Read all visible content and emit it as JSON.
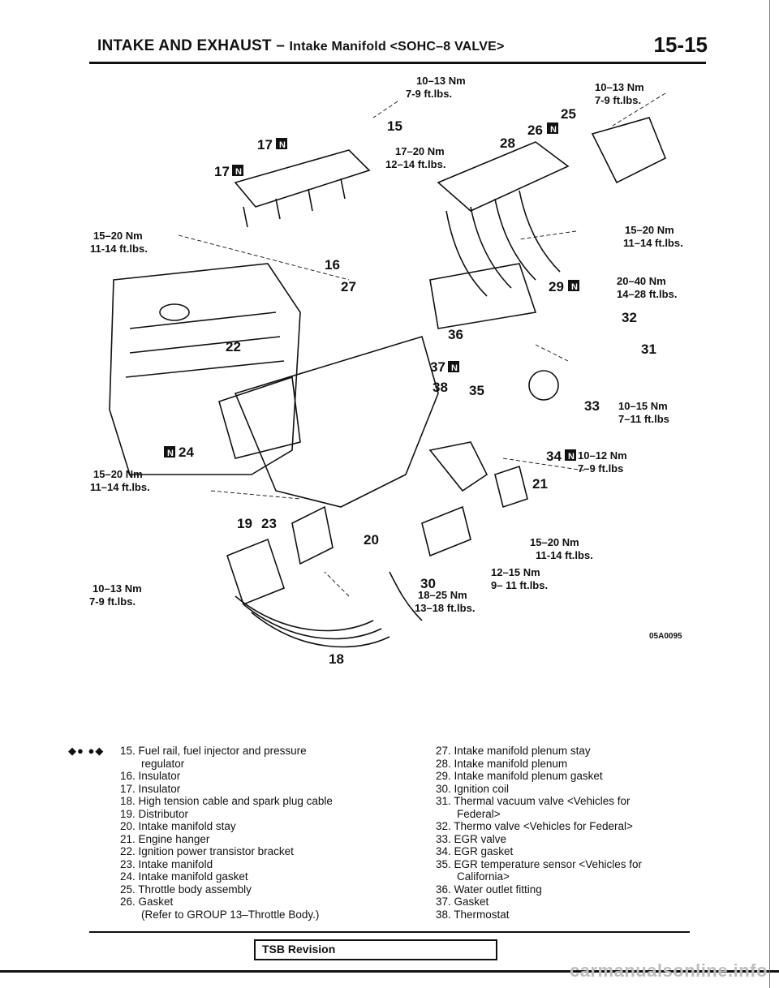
{
  "header": {
    "title": "INTAKE AND EXHAUST",
    "dash": "–",
    "subtitle": "Intake Manifold <SOHC–8 VALVE>",
    "page": "15-15"
  },
  "diagram": {
    "code": "05A0095",
    "torque": {
      "t1a": "10–13 Nm",
      "t1b": "7-9 ft.lbs.",
      "t2a": "10–13 Nm",
      "t2b": "7-9 ft.lbs.",
      "t3a": "17–20 Nm",
      "t3b": "12–14 ft.lbs.",
      "t4a": "15–20 Nm",
      "t4b": "11-14 ft.lbs.",
      "t5a": "15–20 Nm",
      "t5b": "11–14 ft.lbs.",
      "t6a": "20–40 Nm",
      "t6b": "14–28 ft.lbs.",
      "t7a": "10–15 Nm",
      "t7b": "7–11 ft.lbs",
      "t8a": "10–12 Nm",
      "t8b": "7–9 ft.lbs",
      "t9a": "15–20 Nm",
      "t9b": "11–14 ft.lbs.",
      "t10a": "15–20 Nm",
      "t10b": "11-14 ft.lbs.",
      "t11a": "12–15 Nm",
      "t11b": "9– 11 ft.lbs.",
      "t12a": "18–25 Nm",
      "t12b": "13–18 ft.lbs.",
      "t13a": "10–13 Nm",
      "t13b": "7-9 ft.lbs."
    },
    "numbers": {
      "n15": "15",
      "n16": "16",
      "n17a": "17",
      "n17b": "17",
      "n18": "18",
      "n19": "19",
      "n20": "20",
      "n21": "21",
      "n22": "22",
      "n23": "23",
      "n24": "24",
      "n25": "25",
      "n26": "26",
      "n27": "27",
      "n28": "28",
      "n29": "29",
      "n30": "30",
      "n31": "31",
      "n32": "32",
      "n33": "33",
      "n34": "34",
      "n35": "35",
      "n36": "36",
      "n37": "37",
      "n38": "38"
    },
    "badge": "N"
  },
  "legend": {
    "marks": "◆● ●◆",
    "left": [
      {
        "text": "15. Fuel rail, fuel injector and pressure",
        "cont": "regulator"
      },
      {
        "text": "16. Insulator"
      },
      {
        "text": "17. Insulator"
      },
      {
        "text": "18. High tension cable and spark plug cable"
      },
      {
        "text": "19. Distributor"
      },
      {
        "text": "20. Intake manifold stay"
      },
      {
        "text": "21. Engine hanger"
      },
      {
        "text": "22. Ignition power transistor bracket"
      },
      {
        "text": "23. Intake manifold"
      },
      {
        "text": "24. Intake manifold gasket"
      },
      {
        "text": "25. Throttle body assembly"
      },
      {
        "text": "26. Gasket",
        "cont": "(Refer to GROUP 13–Throttle Body.)"
      }
    ],
    "right": [
      {
        "text": "27. Intake manifold plenum stay"
      },
      {
        "text": "28. Intake manifold plenum"
      },
      {
        "text": "29. Intake manifold plenum gasket"
      },
      {
        "text": "30. Ignition coil"
      },
      {
        "text": "31. Thermal vacuum valve <Vehicles for",
        "cont": "Federal>"
      },
      {
        "text": "32. Thermo valve <Vehicles for Federal>"
      },
      {
        "text": "33. EGR valve"
      },
      {
        "text": "34. EGR gasket"
      },
      {
        "text": "35. EGR temperature sensor <Vehicles for",
        "cont": "California>"
      },
      {
        "text": "36. Water outlet fitting"
      },
      {
        "text": "37. Gasket"
      },
      {
        "text": "38. Thermostat"
      }
    ]
  },
  "footer": {
    "tsb": "TSB Revision",
    "watermark": "carmanualsonline.info"
  }
}
